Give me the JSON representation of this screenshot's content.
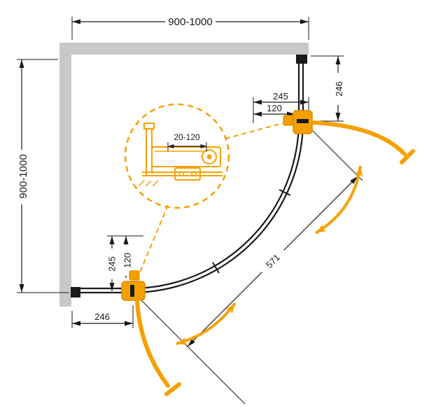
{
  "diagram": {
    "dims": {
      "top_width": "900-1000",
      "left_height": "900-1000",
      "top_offset_245": "245",
      "top_adjust_120": "120",
      "right_panel_246": "246",
      "bottom_offset_245": "245",
      "bottom_adjust_120": "120",
      "bottom_panel_246": "246",
      "diagonal_571": "571",
      "detail_range": "20-120"
    },
    "colors": {
      "accent_orange": "#F6A000",
      "line": "#1A1A1A",
      "wall_gray": "#C9C9C9"
    }
  }
}
